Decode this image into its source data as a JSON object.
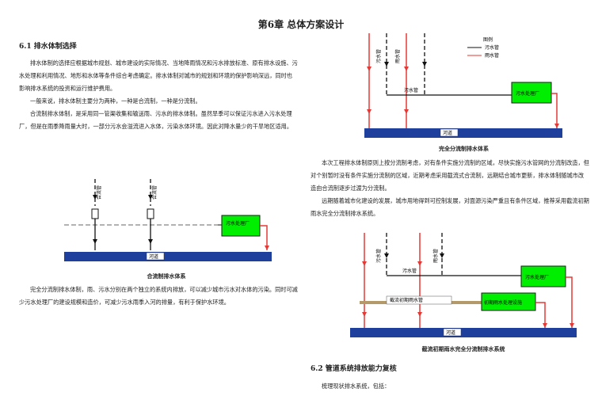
{
  "doc": {
    "chapter_title": "第6章 总体方案设计",
    "section_1_heading": "6.1 排水体制选择",
    "left_paragraphs": [
      "排水体制的选择应根据城市规划、城市建设的实际情况、当地降雨情况和污水排放标准、原有排水设施、污水处理和利用情况、地形和水体等条件综合考虑确定。排水体制对城市的规划和环境的保护影响深远，同时也影响排水系统的投资和运行维护费用。",
      "一般来说，排水体制主要分为两种，一种是合流制，一种是分流制。",
      "合流制排水体制，是采用同一管渠收集和输送雨、污水的排水体制。虽然旱季可以保证污水进入污水处理厂，但是在雨季降雨量大时，一部分污水会溢流进入水体，污染水体环境。因此对降水量少的干旱地区适用。"
    ],
    "left_paragraph_2": "完全分流制排水体制，雨、污水分别在两个独立的系统内排放，可以减少城市污水对水体的污染。同时可减少污水处理厂的建设规模和造价，可减少污水雨季入河的排量，有利于保护水环境。",
    "right_paragraphs": [
      "本次工程排水体制原则上按分流制考虑，对有条件实施分流制的区域，尽快实施污水管网的分流制改造，但对个别暂时没有条件实施分流制的区域，近期考虑采用截流式合流制，远期结合城市更新，排水体制随城市改造由合流制逐步过渡为分流制。",
      "远期随着城市化建设的发展，城市用地得到可控制发展，对面源污染严重且有条件区域，推荐采用截流初期雨水完全分流制排水系统。"
    ],
    "section_2_heading": "6.2 管道系统排放能力复核",
    "section_2_text": "梳理现状排水系统，包括："
  },
  "diagrams": {
    "combined": {
      "caption": "合流制排水体系",
      "pipe_label_1": "合流管",
      "pipe_label_2": "合流管",
      "plant_label": "污水处理厂",
      "river_label": "河道"
    },
    "separate": {
      "caption": "完全分流制排水体系",
      "legend_title": "图例",
      "legend_sewage": "污水管",
      "legend_rain": "雨水管",
      "sewage_label": "污水管",
      "rain_label": "雨水管",
      "main_label": "污水管",
      "plant_label": "污水处理厂",
      "river_label": "河道"
    },
    "intercept": {
      "caption": "截流初期雨水完全分流制排水系统",
      "sewage_label": "污水管",
      "rain_label": "雨水管",
      "main_label": "污水管",
      "intercept_label": "截流初期雨水管",
      "plant_label": "污水处理厂",
      "facility_label": "初期雨水处理设施",
      "river_label": "河道"
    }
  },
  "colors": {
    "green_box": "#00ee00",
    "river": "#1f3f9c",
    "rain_pipe": "#e53935",
    "intercept_pipe": "#b49a6a"
  }
}
